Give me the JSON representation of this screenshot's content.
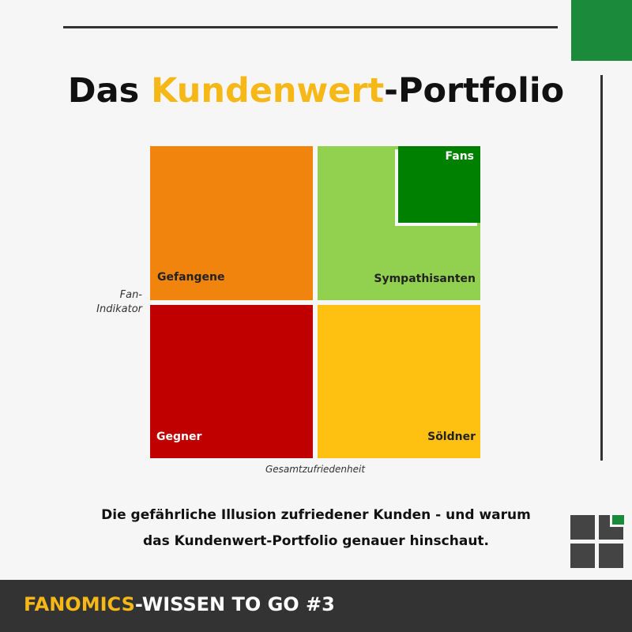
{
  "title": {
    "part1": "Das ",
    "accent": "Kundenwert",
    "part2": "-Portfolio",
    "accent_color": "#f6b817"
  },
  "matrix": {
    "y_axis_label_line1": "Fan-",
    "y_axis_label_line2": "Indikator",
    "x_axis_label": "Gesamtzufriedenheit",
    "quadrants": {
      "top_left": {
        "label": "Gefangene",
        "color": "#f0840d"
      },
      "top_right": {
        "label": "Sympathisanten",
        "color": "#92d050"
      },
      "top_right_inner": {
        "label": "Fans",
        "color": "#008000"
      },
      "bottom_left": {
        "label": "Gegner",
        "color": "#c00000"
      },
      "bottom_right": {
        "label": "Söldner",
        "color": "#fec011"
      }
    }
  },
  "subtitle": {
    "line1": "Die gefährliche Illusion zufriedener Kunden - und warum",
    "line2": "das Kundenwert-Portfolio genauer hinschaut."
  },
  "footer": {
    "brand": "FANOMICS",
    "rest": "-WISSEN TO GO #3"
  },
  "colors": {
    "background": "#f6f6f6",
    "footer_bg": "#333333",
    "corner_accent": "#1b8a3a"
  },
  "icons": [
    "fanomics-logo-icon"
  ]
}
